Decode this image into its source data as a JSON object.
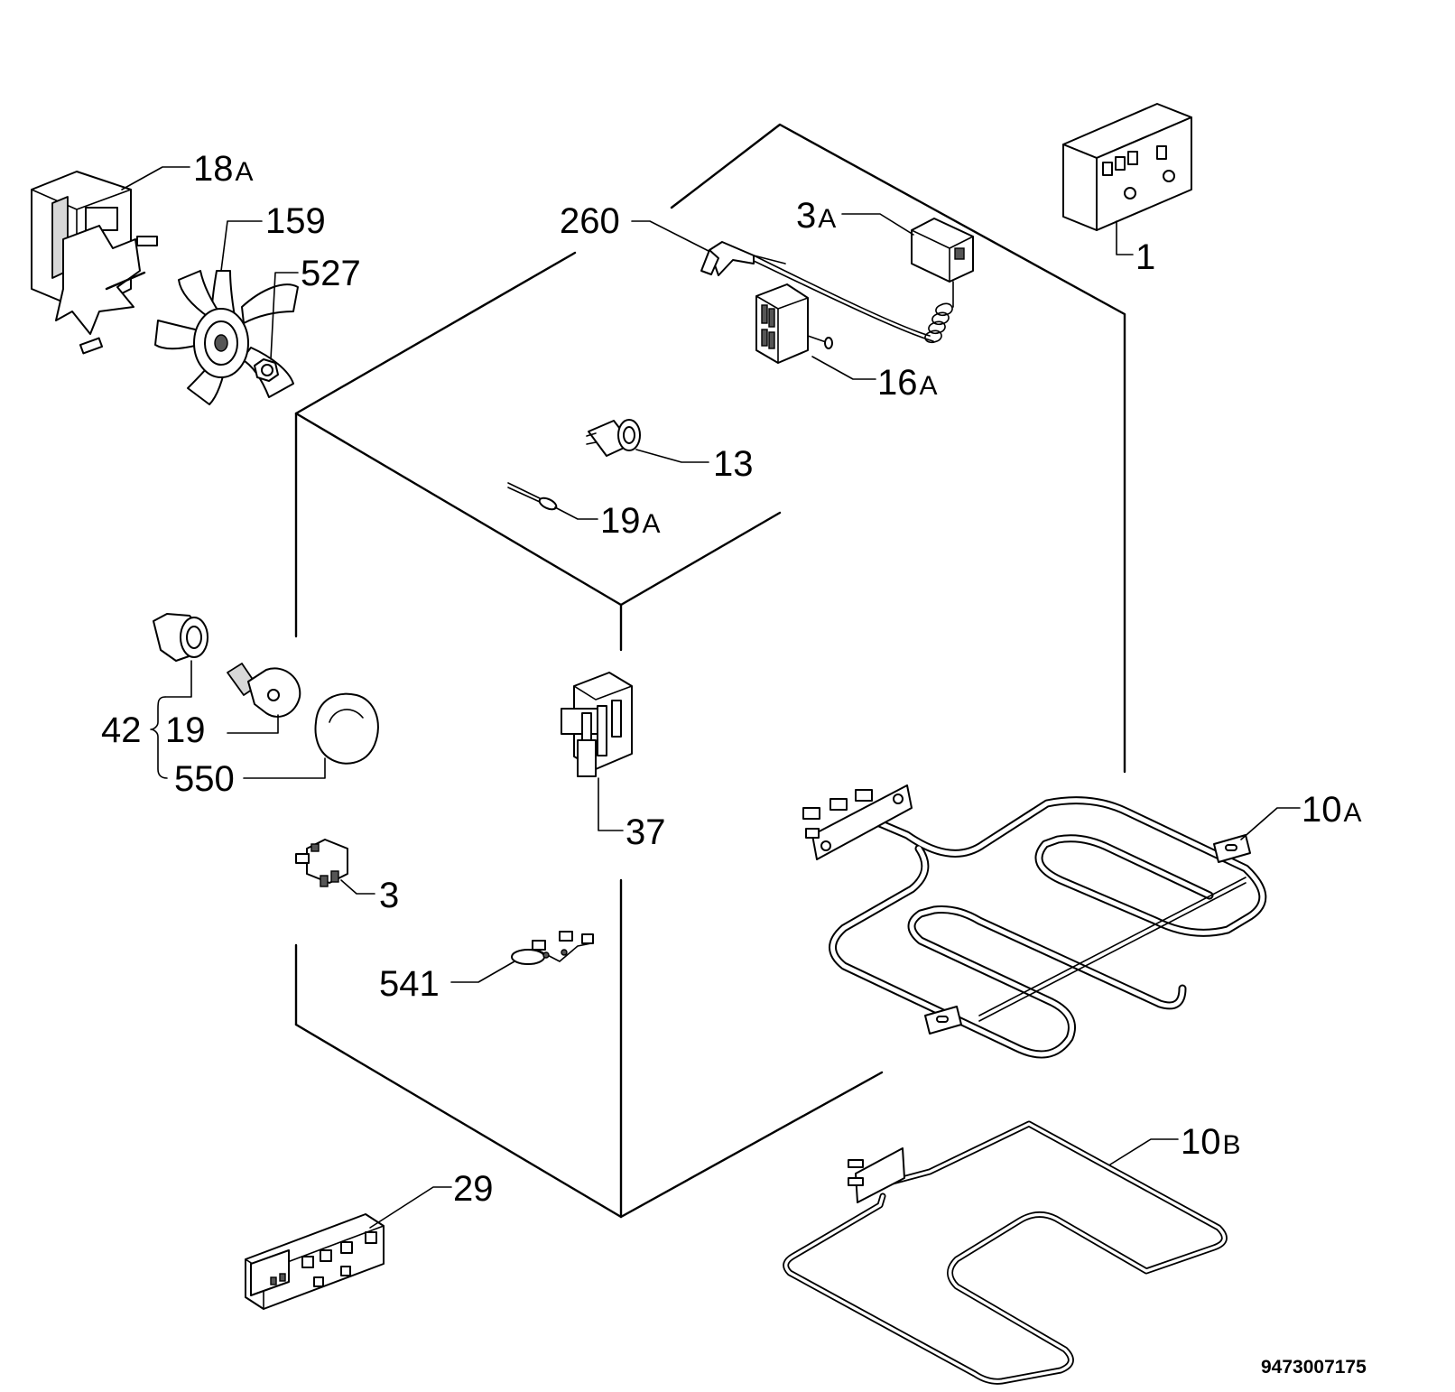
{
  "labels": {
    "p18a": {
      "num": "18",
      "suffix": "A"
    },
    "p159": {
      "num": "159"
    },
    "p527": {
      "num": "527"
    },
    "p260": {
      "num": "260"
    },
    "p3a": {
      "num": "3",
      "suffix": "A"
    },
    "p1": {
      "num": "1"
    },
    "p16a": {
      "num": "16",
      "suffix": "A"
    },
    "p13": {
      "num": "13"
    },
    "p19a": {
      "num": "19",
      "suffix": "A"
    },
    "p42": {
      "num": "42"
    },
    "p19": {
      "num": "19"
    },
    "p550": {
      "num": "550"
    },
    "p37": {
      "num": "37"
    },
    "p3": {
      "num": "3"
    },
    "p541": {
      "num": "541"
    },
    "p10a": {
      "num": "10",
      "suffix": "A"
    },
    "p10b": {
      "num": "10",
      "suffix": "B"
    },
    "p29": {
      "num": "29"
    }
  },
  "document_number": "9473007175"
}
